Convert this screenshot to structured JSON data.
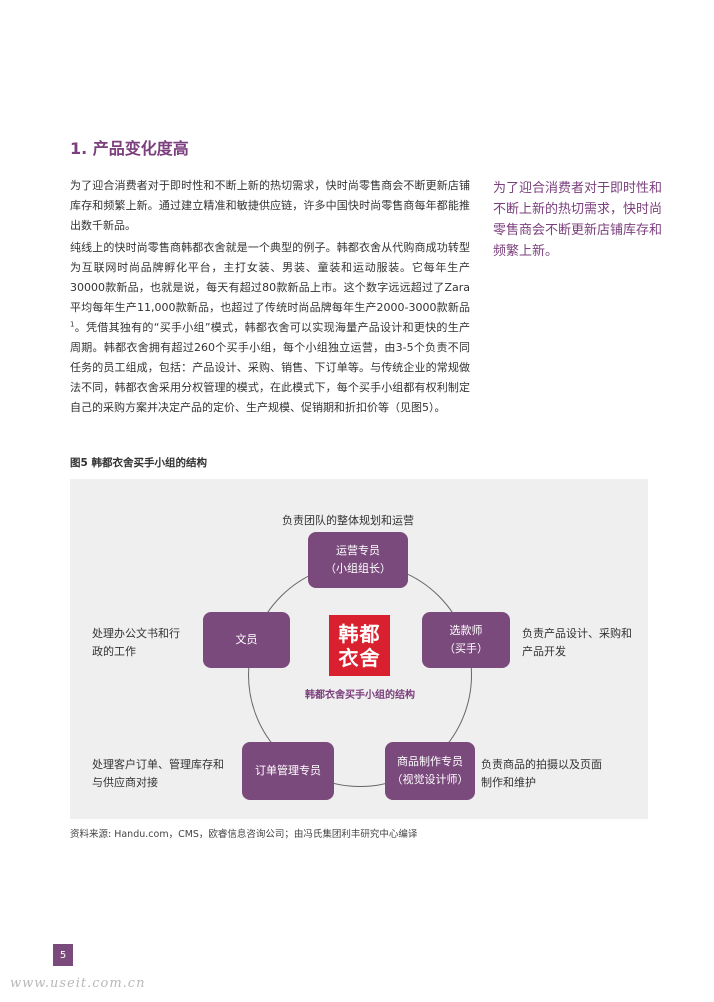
{
  "section": {
    "heading": "1. 产品变化度高",
    "paragraph1": "为了迎合消费者对于即时性和不断上新的热切需求，快时尚零售商会不断更新店铺库存和频繁上新。通过建立精准和敏捷供应链，许多中国快时尚零售商每年都能推出数千新品。",
    "paragraph2_part1": "纯线上的快时尚零售商韩都衣舍就是一个典型的例子。韩都衣舍从代购商成功转型为互联网时尚品牌孵化平台，主打女装、男装、童装和运动服装。它每年生产30000款新品，也就是说，每天有超过80款新品上市。这个数字远远超过了Zara平均每年生产11,000款新品，也超过了传统时尚品牌每年生产2000-3000款新品",
    "paragraph2_sup": "1",
    "paragraph2_part2": "。凭借其独有的“买手小组”模式，韩都衣舍可以实现海量产品设计和更快的生产周期。韩都衣舍拥有超过260个买手小组，每个小组独立运营，由3-5个负责不同任务的员工组成，包括：产品设计、采购、销售、下订单等。与传统企业的常规做法不同，韩都衣舍采用分权管理的模式，在此模式下，每个买手小组都有权利制定自己的采购方案并决定产品的定价、生产规模、促销期和折扣价等（见图5）。",
    "pull_quote": "为了迎合消费者对于即时性和不断上新的热切需求，快时尚零售商会不断更新店铺库存和频繁上新。"
  },
  "figure": {
    "title": "图5  韩都衣舍买手小组的结构",
    "logo_line1": "韩都",
    "logo_line2": "衣舍",
    "center_caption": "韩都衣舍买手小组的结构",
    "nodes": {
      "top": {
        "line1": "运营专员",
        "line2": "（小组组长）",
        "desc": "负责团队的整体规划和运营"
      },
      "left": {
        "line1": "文员",
        "desc_line1": "处理办公文书和行",
        "desc_line2": "政的工作"
      },
      "right": {
        "line1": "选款师",
        "line2": "（买手）",
        "desc_line1": "负责产品设计、采购和",
        "desc_line2": "产品开发"
      },
      "bottom_left": {
        "line1": "订单管理专员",
        "desc_line1": "处理客户订单、管理库存和",
        "desc_line2": "与供应商对接"
      },
      "bottom_right": {
        "line1": "商品制作专员",
        "line2": "（视觉设计师）",
        "desc_line1": "负责商品的拍摄以及页面",
        "desc_line2": "制作和维护"
      }
    },
    "colors": {
      "node": "#7b4a7d",
      "accent": "#7b3f7d",
      "logo": "#d9202e",
      "panel": "#efefef"
    }
  },
  "source": "资料来源: Handu.com，CMS，欧睿信息咨询公司；由冯氏集团利丰研究中心编译",
  "page_number": "5",
  "watermark": "www.useit.com.cn"
}
